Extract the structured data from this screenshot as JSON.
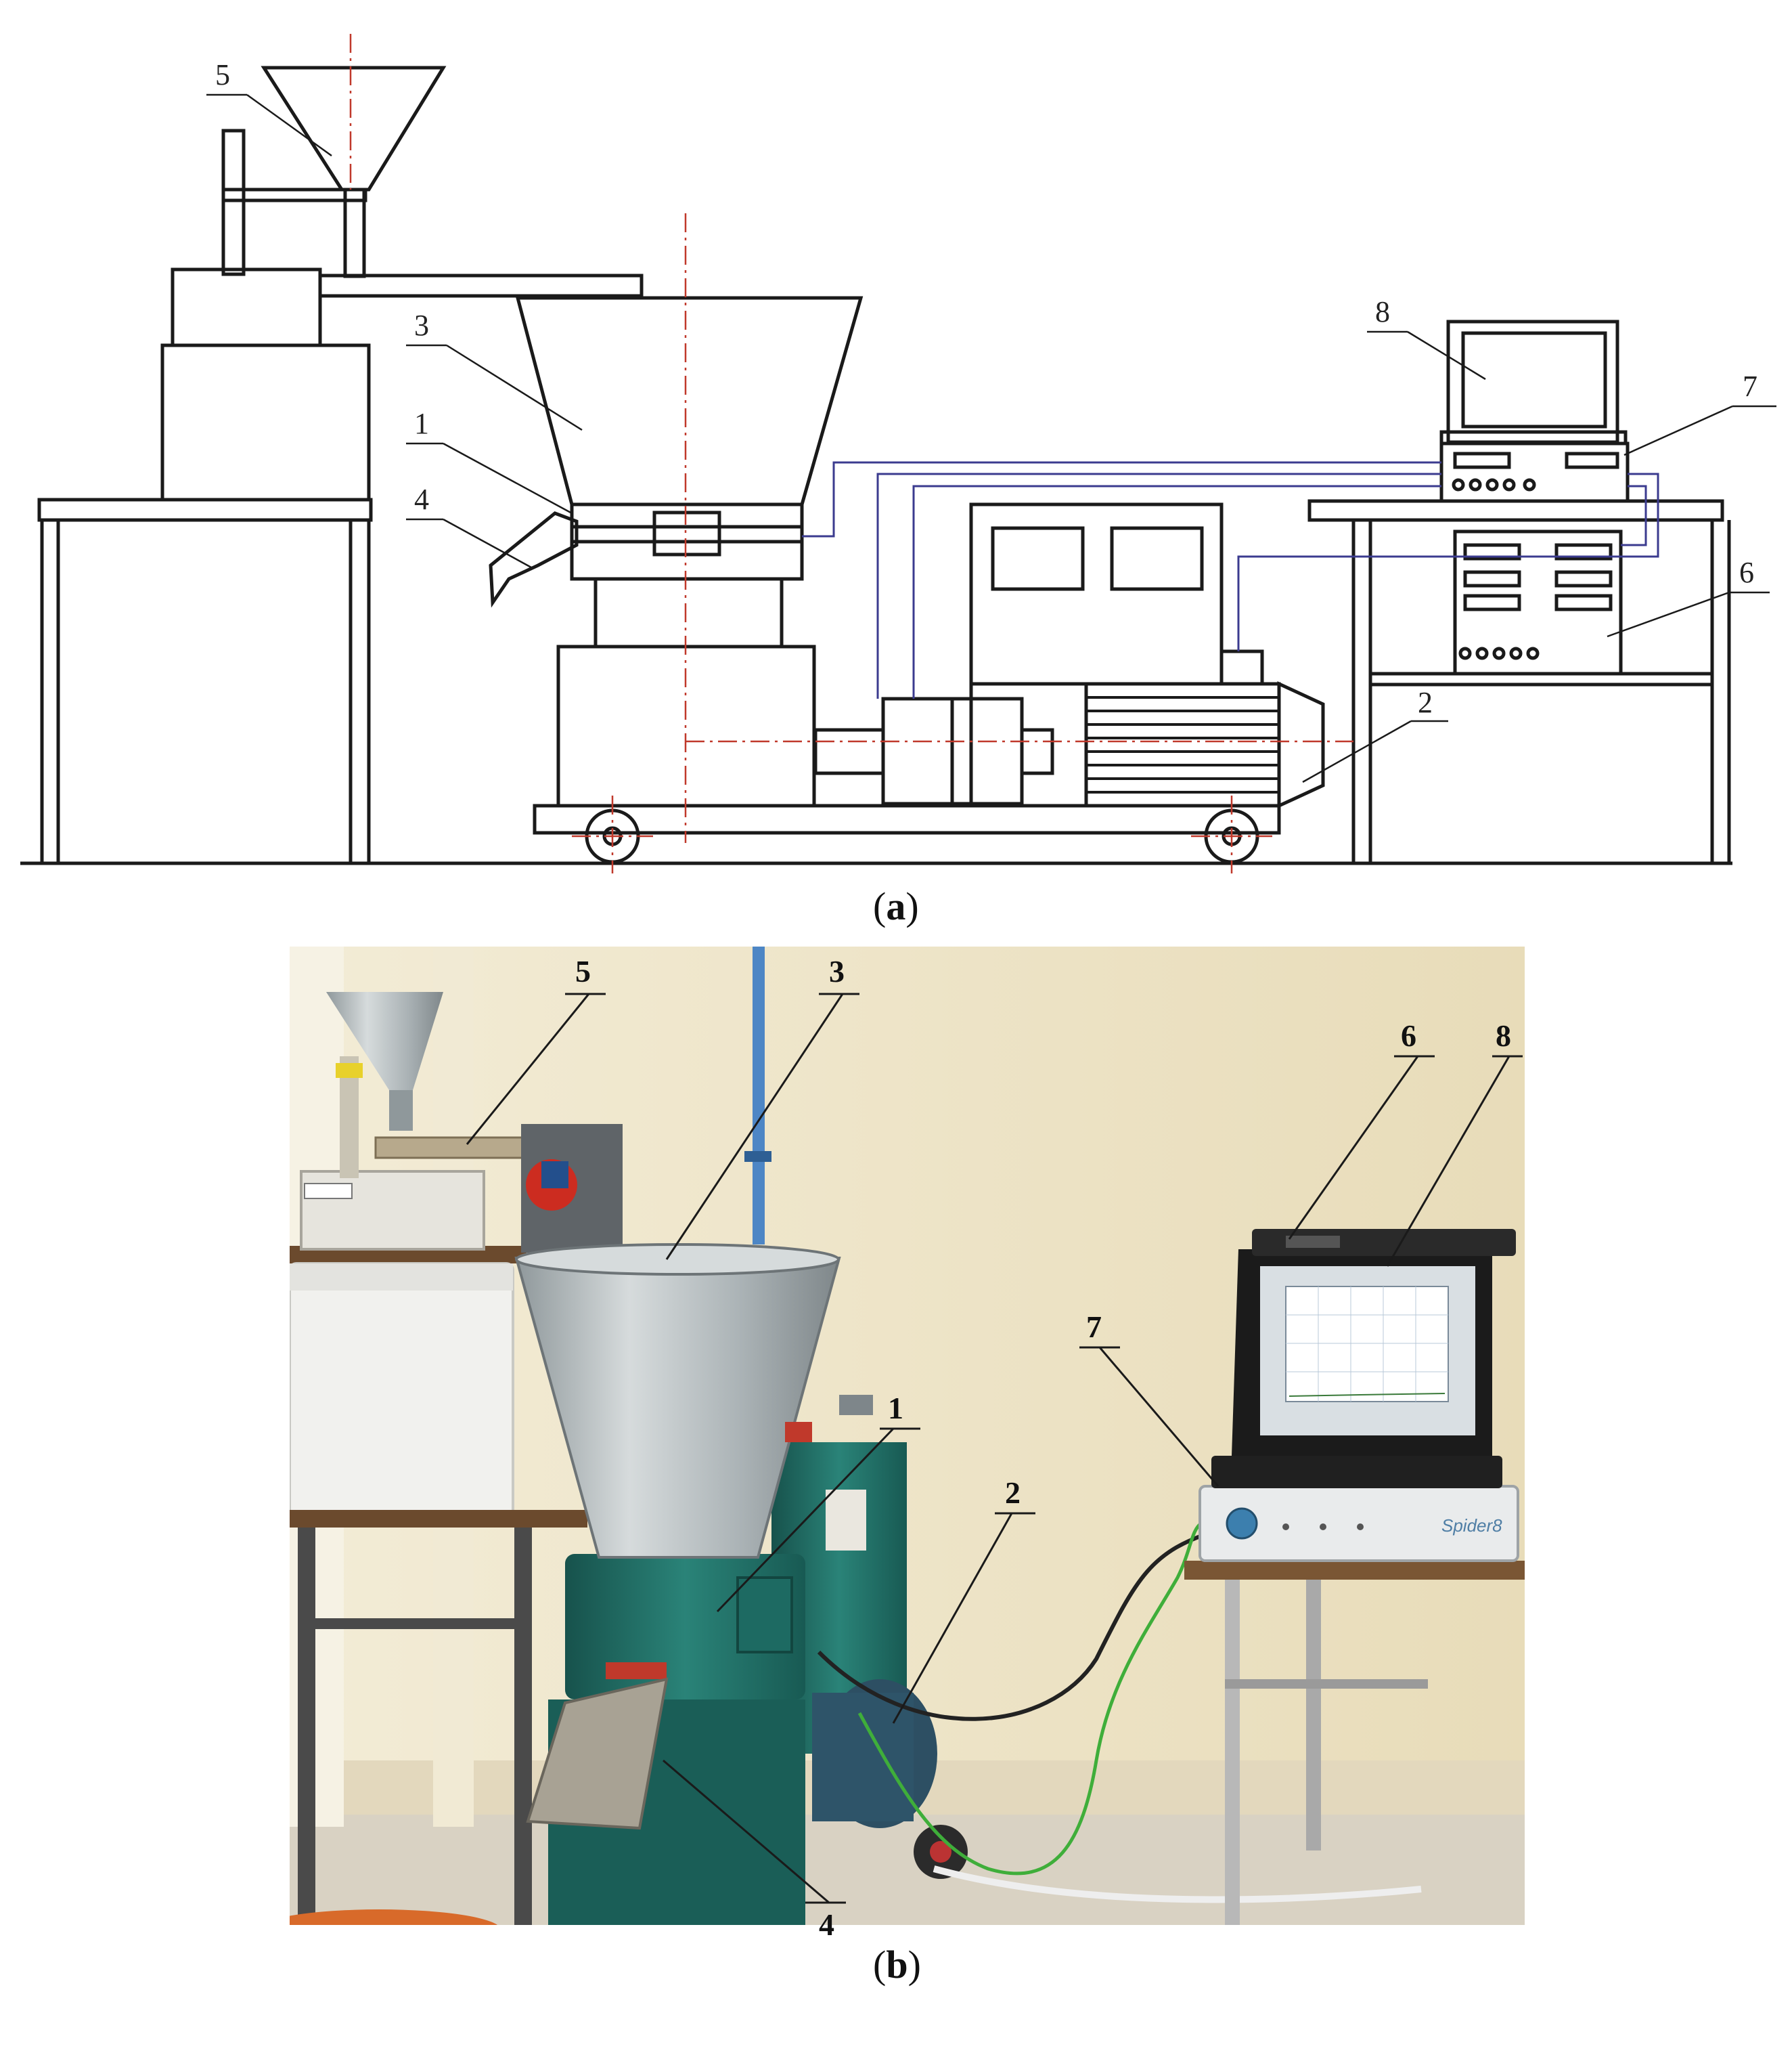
{
  "diagram_a": {
    "labels": [
      "1",
      "2",
      "3",
      "4",
      "5",
      "6",
      "7",
      "8"
    ]
  },
  "photo_b": {
    "labels": [
      "1",
      "2",
      "3",
      "4",
      "5",
      "6",
      "7",
      "8"
    ],
    "device_brand": "Spider8"
  },
  "captions": {
    "a_open": "(",
    "a_letter": "a",
    "a_close": ")",
    "b_open": "(",
    "b_letter": "b",
    "b_close": ")"
  },
  "colors": {
    "line": "#1a1a1a",
    "centerline": "#c0392b",
    "wire": "#3b3b8f",
    "wall": "#ece2c4",
    "machine_green": "#1f6f67",
    "hopper_steel": "#b9c0c2",
    "floor": "#d9d2c3",
    "cable_green": "#3fae3a"
  }
}
